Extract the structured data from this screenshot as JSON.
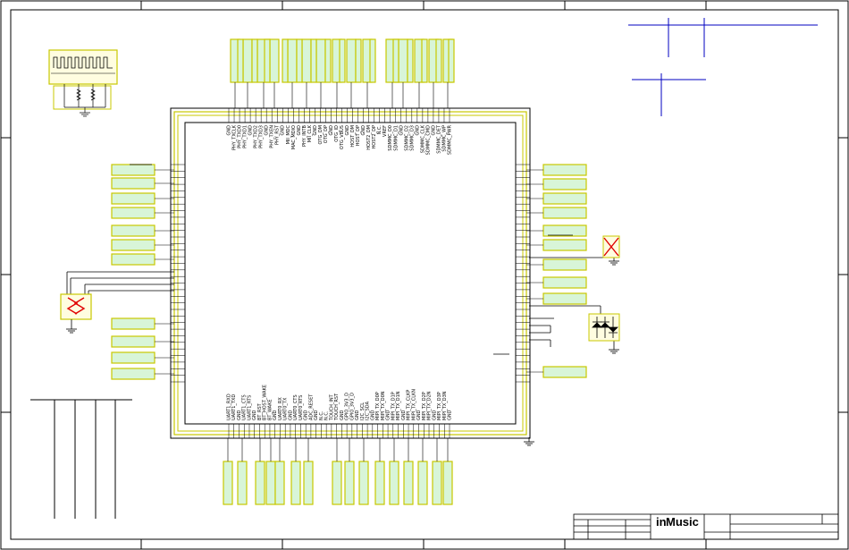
{
  "title_block": {
    "brand_prefix": "in",
    "brand_name": "Music"
  },
  "chip": {
    "top_pins": [
      "GND",
      "PHY_TXCLK",
      "PHY_TXD0",
      "PHY_TXD1",
      "GND",
      "PHY_TXD2",
      "PHY_TXD3",
      "GND",
      "PHY_TXEN",
      "PHY_RST",
      "GND",
      "MII_MDC",
      "MAC_MDIO",
      "GND",
      "PHY_INTB",
      "MII_CLK",
      "GND",
      "OTG_DM",
      "OTG_DP",
      "GND",
      "OTG_ID",
      "OTG_VBUS",
      "GND",
      "HOST_DM",
      "HOST_DP",
      "GND",
      "HOST2_DM",
      "HOST2_DP",
      "N.C.",
      "VREF",
      "SDMMC_D0",
      "SDMMC_D1",
      "GND",
      "SDMMC_D2",
      "SDMMC_D3",
      "GND",
      "SDMMC_CLK",
      "SDMMC_CMD",
      "GND",
      "SDMMC_DET",
      "SDMMC_WP",
      "SDMMC_PWR"
    ],
    "bottom_pins": [
      "UART1_RXD",
      "UART1_TXD",
      "GND",
      "UART1_CTS",
      "UART1_RTS",
      "GND",
      "BT_RST",
      "BT_HOST_WAKE",
      "BT_WAKE",
      "GND",
      "UART0_RX",
      "UART0_TX",
      "GND",
      "UART0_CTS",
      "UART0_RTS",
      "GND",
      "ADC_RESET",
      "GND",
      "N.C.",
      "N.C.",
      "TOUCH_INT",
      "TOUCH_RST",
      "GND",
      "GPIO_3V3_D",
      "GPIO_3V3_D",
      "GND",
      "I2C_SCL",
      "I2C_SDA",
      "GND",
      "MIPI_TX_D0P",
      "MIPI_TX_D0N",
      "GND",
      "MIPI_TX_D1P",
      "MIPI_TX_D1N",
      "GND",
      "MIPI_TX_CLKP",
      "MIPI_TX_CLKN",
      "GND",
      "MIPI_TX_D2P",
      "MIPI_TX_D2N",
      "GND",
      "MIPI_TX_D3P",
      "MIPI_TX_D3N",
      "GND"
    ]
  }
}
